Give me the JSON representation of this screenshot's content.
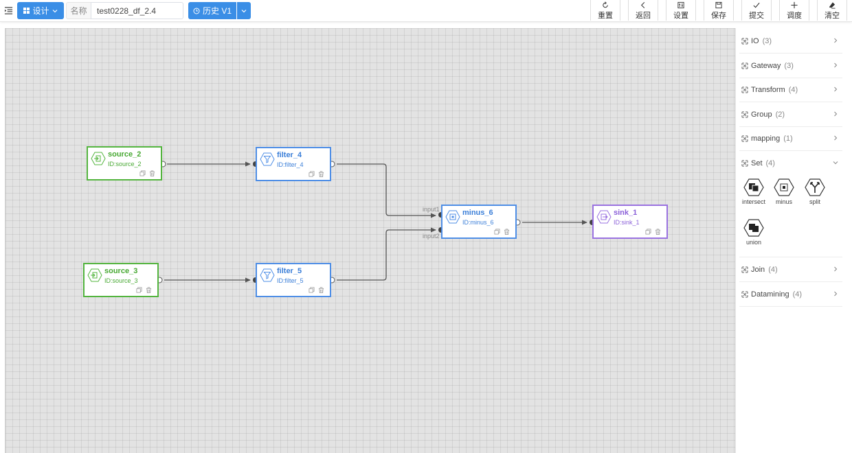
{
  "toolbar": {
    "design_label": "设计",
    "name_label": "名称",
    "name_value": "test0228_df_2.4",
    "history_label": "历史 V1",
    "tools": [
      {
        "id": "reset",
        "label": "重置",
        "icon": "refresh-icon"
      },
      {
        "id": "back",
        "label": "返回",
        "icon": "chevron-left-icon"
      },
      {
        "id": "settings",
        "label": "设置",
        "icon": "settings-icon"
      },
      {
        "id": "save",
        "label": "保存",
        "icon": "save-icon"
      },
      {
        "id": "submit",
        "label": "提交",
        "icon": "check-icon"
      },
      {
        "id": "schedule",
        "label": "调度",
        "icon": "plus-icon"
      },
      {
        "id": "clear",
        "label": "清空",
        "icon": "eraser-icon"
      }
    ]
  },
  "colors": {
    "primary": "#3a8ee6",
    "source": "#53b43e",
    "transform": "#4e8ee6",
    "sink": "#9a72e0",
    "edge": "#555555"
  },
  "nodes": [
    {
      "id": "source_2",
      "title": "source_2",
      "id_text": "ID:source_2",
      "kind": "green",
      "icon": "source-icon"
    },
    {
      "id": "source_3",
      "title": "source_3",
      "id_text": "ID:source_3",
      "kind": "green",
      "icon": "source-icon"
    },
    {
      "id": "filter_4",
      "title": "filter_4",
      "id_text": "ID:filter_4",
      "kind": "blue",
      "icon": "filter-icon"
    },
    {
      "id": "filter_5",
      "title": "filter_5",
      "id_text": "ID:filter_5",
      "kind": "blue",
      "icon": "filter-icon"
    },
    {
      "id": "minus_6",
      "title": "minus_6",
      "id_text": "ID:minus_6",
      "kind": "blue",
      "icon": "minus-icon"
    },
    {
      "id": "sink_1",
      "title": "sink_1",
      "id_text": "ID:sink_1",
      "kind": "purple",
      "icon": "sink-icon"
    }
  ],
  "ports": {
    "input1": "input1",
    "input2": "input2"
  },
  "edges": [
    {
      "from": "source_2",
      "to": "filter_4"
    },
    {
      "from": "source_3",
      "to": "filter_5"
    },
    {
      "from": "filter_4",
      "to": "minus_6",
      "port": "input1"
    },
    {
      "from": "filter_5",
      "to": "minus_6",
      "port": "input2"
    },
    {
      "from": "minus_6",
      "to": "sink_1"
    }
  ],
  "sidebar": {
    "groups": [
      {
        "name": "IO",
        "count": "(3)",
        "expanded": false
      },
      {
        "name": "Gateway",
        "count": "(3)",
        "expanded": false
      },
      {
        "name": "Transform",
        "count": "(4)",
        "expanded": false
      },
      {
        "name": "Group",
        "count": "(2)",
        "expanded": false
      },
      {
        "name": "mapping",
        "count": "(1)",
        "expanded": false
      },
      {
        "name": "Set",
        "count": "(4)",
        "expanded": true
      },
      {
        "name": "Join",
        "count": "(4)",
        "expanded": false
      },
      {
        "name": "Datamining",
        "count": "(4)",
        "expanded": false
      }
    ],
    "set_components": [
      {
        "name": "intersect",
        "icon": "intersect-icon"
      },
      {
        "name": "minus",
        "icon": "minus-icon"
      },
      {
        "name": "split",
        "icon": "split-icon"
      },
      {
        "name": "union",
        "icon": "union-icon"
      }
    ]
  }
}
